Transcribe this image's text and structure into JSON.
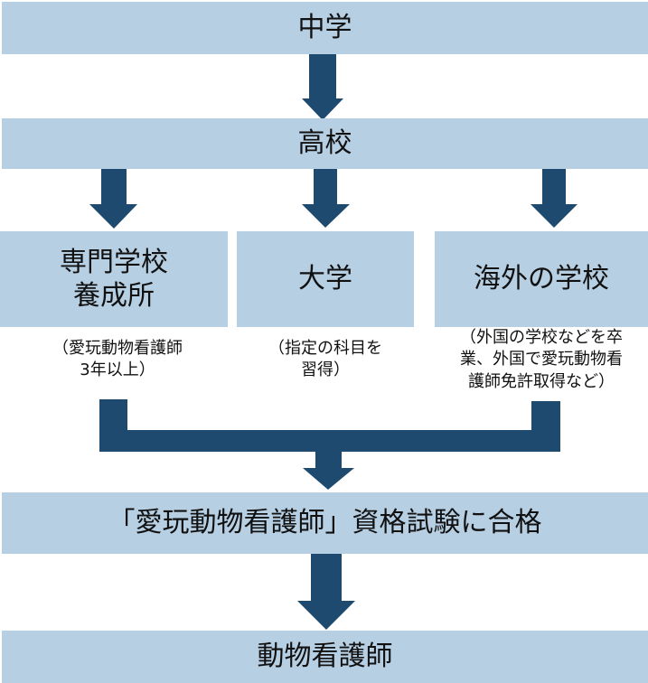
{
  "colors": {
    "box_fill": "#b7cfe3",
    "arrow_fill": "#1f4a70",
    "text": "#111111"
  },
  "steps": {
    "junior_high": "中学",
    "high_school": "高校",
    "exam": "「愛玩動物看護師」資格試験に合格",
    "result": "動物看護師"
  },
  "branches": [
    {
      "title_lines": [
        "専門学校",
        "養成所"
      ],
      "note_lines": [
        "（愛玩動物看護師",
        "3年以上）"
      ]
    },
    {
      "title_lines": [
        "大学"
      ],
      "note_lines": [
        "（指定の科目を",
        "習得）"
      ]
    },
    {
      "title_lines": [
        "海外の学校"
      ],
      "note_lines": [
        "（外国の学校などを卒",
        "業、外国で愛玩動物看",
        "護師免許取得など）"
      ]
    }
  ],
  "icons": {
    "arrow": "down-arrow-icon",
    "connector": "merge-connector"
  }
}
